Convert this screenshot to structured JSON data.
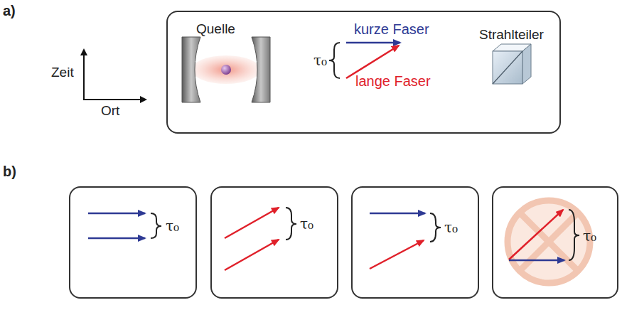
{
  "diagram": {
    "nodes": [
      {
        "text": [
          "Quelle",
          "kurze Faser",
          "τ₀",
          "lange Faser",
          "Strahlteiler"
        ]
      },
      {
        "text": [
          "τ₀"
        ]
      },
      {
        "text": [
          "τ₀"
        ]
      },
      {
        "text": [
          "τ₀"
        ]
      },
      {
        "text": [
          "τ₀"
        ]
      }
    ],
    "labels": [
      "a)",
      "Zeit",
      "Ort",
      "b)"
    ]
  }
}
